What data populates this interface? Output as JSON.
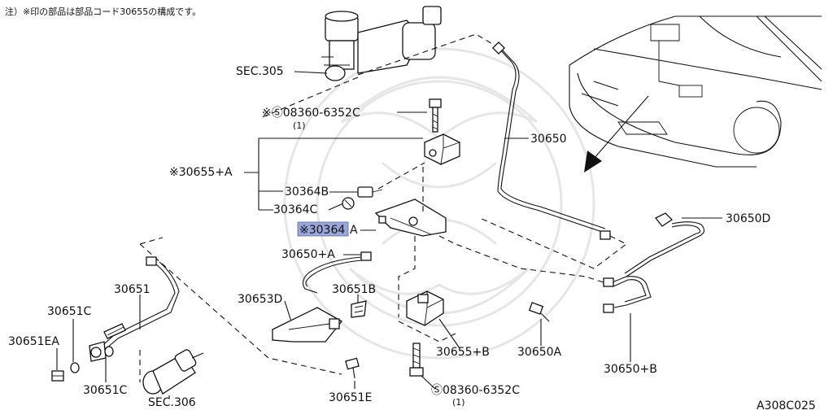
{
  "note": "注）※印の部品は部品コード30655の構成です。",
  "labels": {
    "sec305": "SEC.305",
    "bolt_top": "※Ⓢ08360-6352C",
    "bolt_top_qty": "(1)",
    "p30650": "30650",
    "p30655A": "※30655+A",
    "p30364B": "30364B",
    "p30364C": "30364C",
    "p30364A_hl": "※30364",
    "p30364A_suffix": "A",
    "p30650D": "30650D",
    "p30650A": "30650+A",
    "p30651B": "30651B",
    "p30651": "30651",
    "p30653D": "30653D",
    "p30651C_top": "30651C",
    "p30651EA": "30651EA",
    "p30651C_bot": "30651C",
    "sec306": "SEC.306",
    "p30651E": "30651E",
    "bolt_bot": "Ⓢ08360-6352C",
    "bolt_bot_qty": "(1)",
    "p30655B": "30655+B",
    "p30650A_bolt": "30650A",
    "p30650B": "30650+B",
    "diagram_code": "A308C025"
  },
  "colors": {
    "highlight": "#9aa6d8",
    "ink": "#111111"
  }
}
